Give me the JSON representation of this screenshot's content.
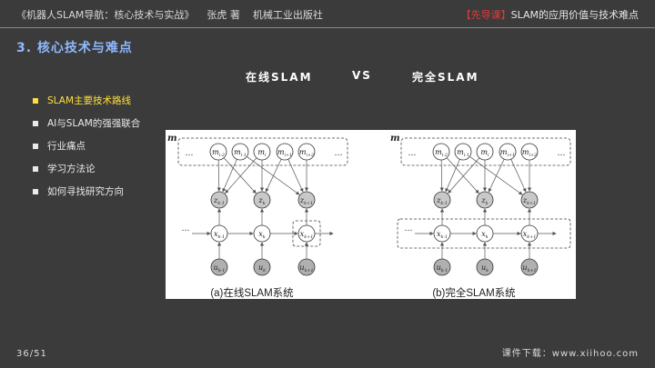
{
  "header": {
    "book_title": "《机器人SLAM导航：核心技术与实战》",
    "author": "张虎 著",
    "publisher": "机械工业出版社",
    "tag": "【先导课】",
    "lesson_title": "SLAM的应用价值与技术难点"
  },
  "section": {
    "title": "3. 核心技术与难点"
  },
  "compare": {
    "left": "在线SLAM",
    "vs": "VS",
    "right": "完全SLAM"
  },
  "menu": {
    "items": [
      {
        "label": "SLAM主要技术路线"
      },
      {
        "label": "AI与SLAM的强强联合"
      },
      {
        "label": "行业痛点"
      },
      {
        "label": "学习方法论"
      },
      {
        "label": "如何寻找研究方向"
      }
    ]
  },
  "figure": {
    "m_label": "m",
    "ellipsis": "…",
    "landmarks": [
      "m_{i-2}",
      "m_{i-1}",
      "m_i",
      "m_{i+1}",
      "m_{i+2}"
    ],
    "observations": [
      "z_{k-1}",
      "z_k",
      "z_{k+1}"
    ],
    "states": [
      "x_{k-1}",
      "x_k",
      "x_{k+1}"
    ],
    "controls": [
      "u_{k-1}",
      "u_k",
      "u_{k+1}"
    ],
    "caption_a": "(a)在线SLAM系统",
    "caption_b": "(b)完全SLAM系统"
  },
  "footer": {
    "page": "36/51",
    "download": "课件下载：www.xiihoo.com"
  }
}
